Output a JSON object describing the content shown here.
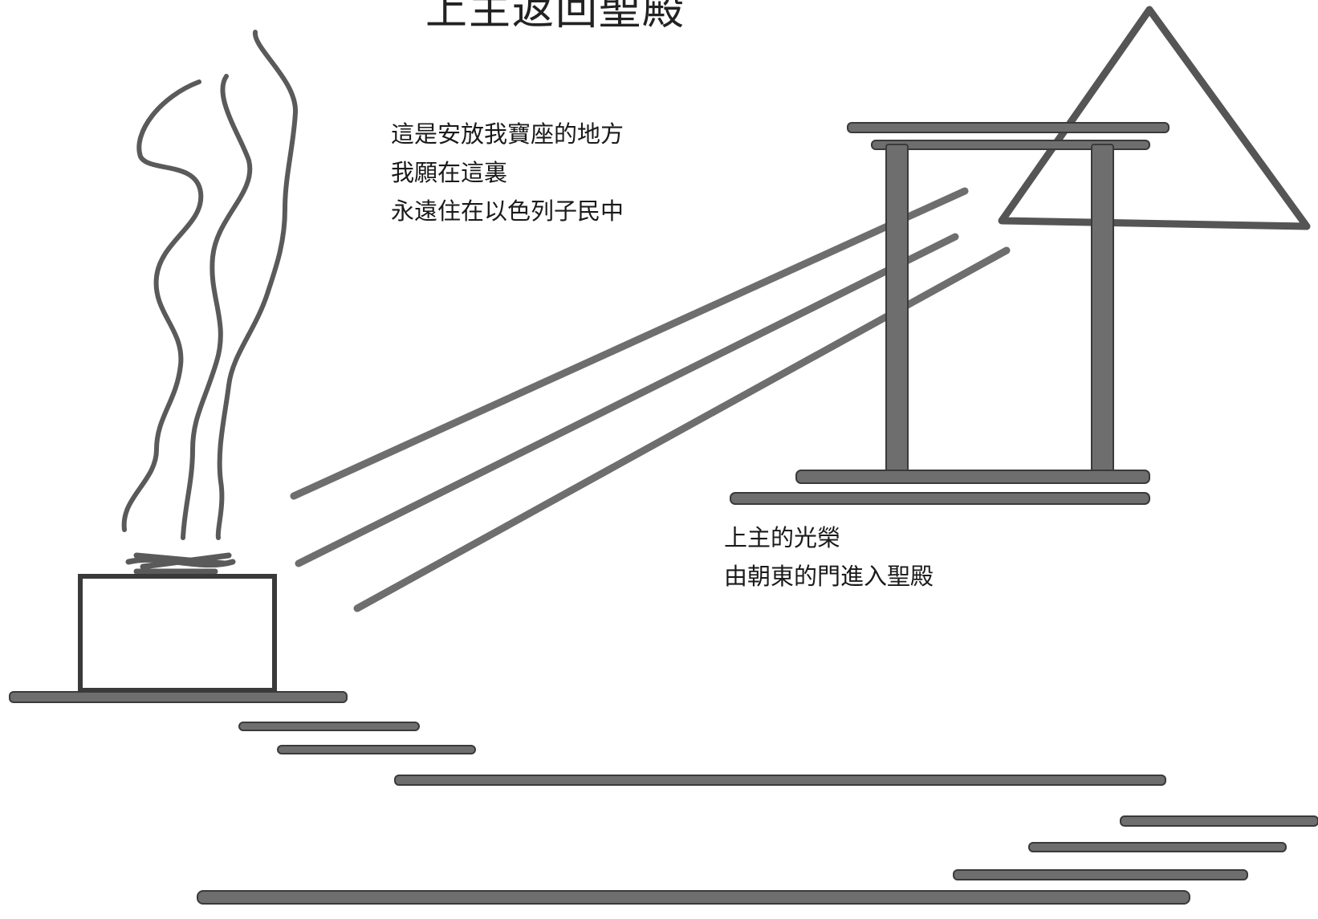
{
  "title": "上主返回聖殿",
  "verse_throne": {
    "lines": [
      "這是安放我寶座的地方",
      "我願在這裏",
      "永遠住在以色列子民中"
    ]
  },
  "verse_glory": {
    "lines": [
      "上主的光榮",
      "由朝東的門進入聖殿"
    ]
  },
  "colors": {
    "stroke": "#555555",
    "stroke_fill": "#6e6e6e",
    "outline": "#3a3a3a",
    "text": "#1a1a1a",
    "background": "#ffffff"
  },
  "icons": [
    "incense-altar-icon",
    "smoke-icon",
    "light-rays-icon",
    "temple-gate-icon",
    "triangle-icon"
  ]
}
